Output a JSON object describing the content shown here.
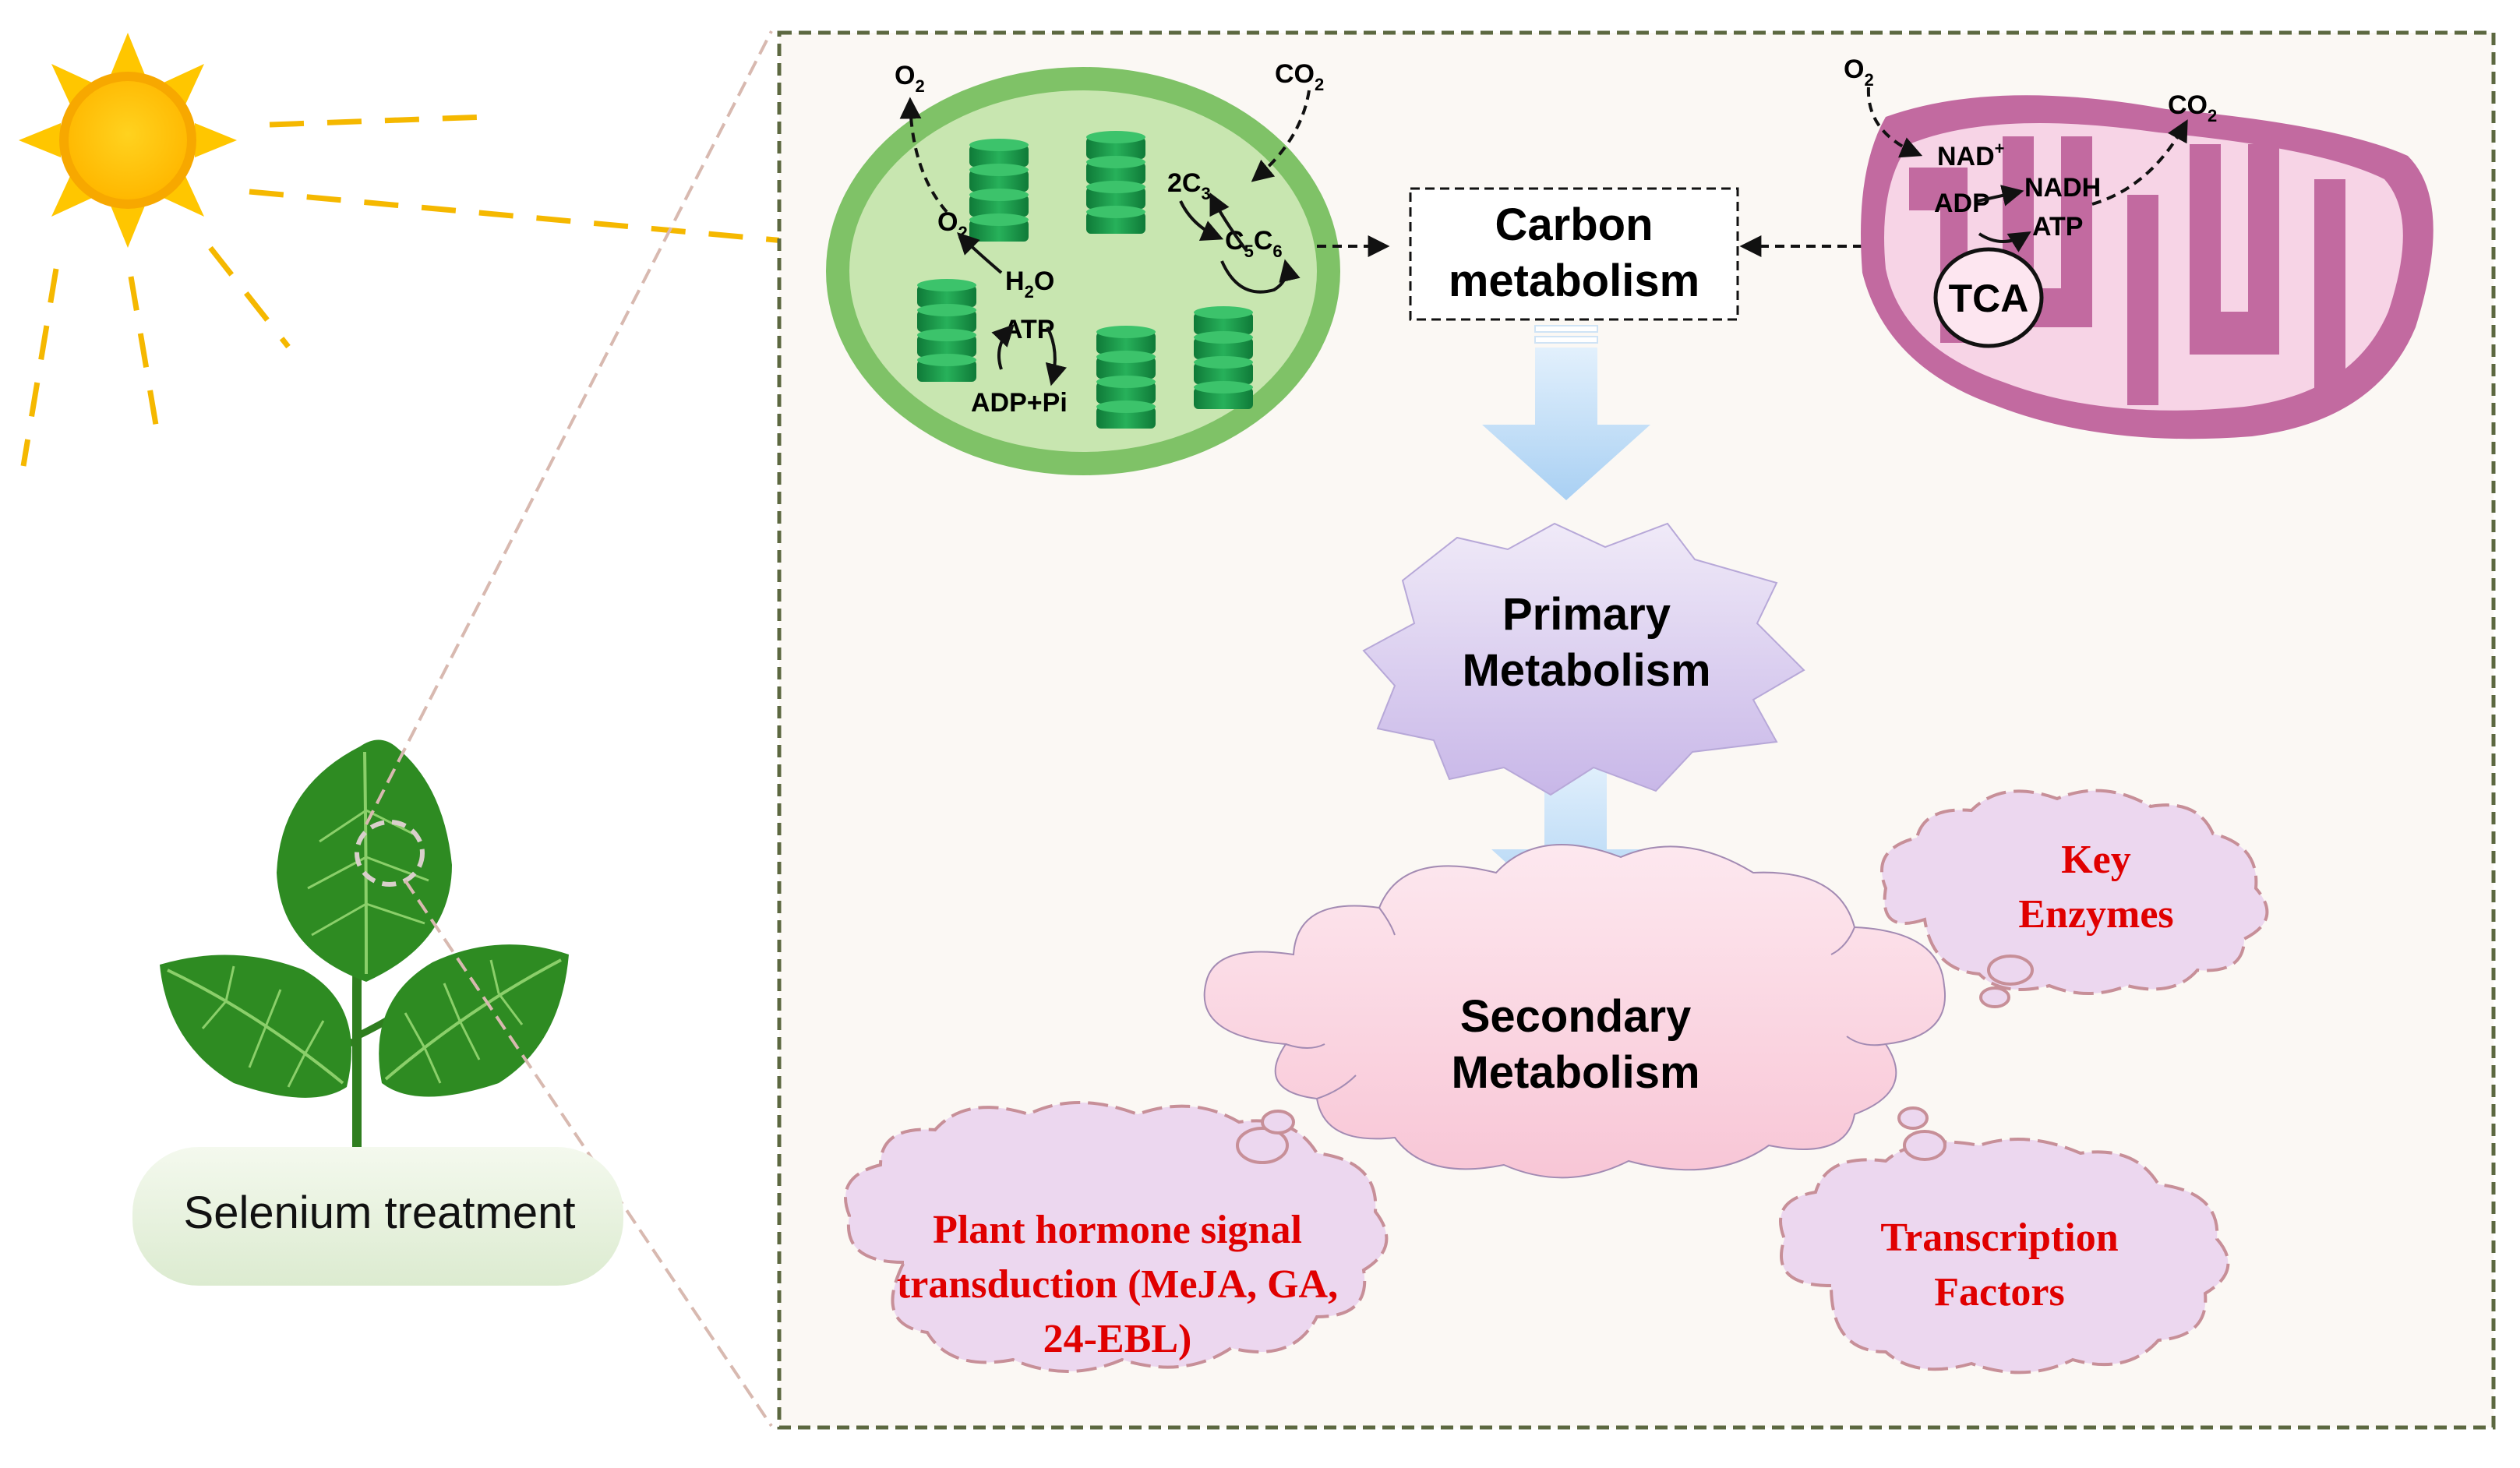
{
  "plant": {
    "label": "Selenium treatment"
  },
  "chloroplast": {
    "o2_top": "O",
    "o2_top_sub": "2",
    "o2_inner": "O",
    "o2_inner_sub": "2",
    "h2o": "H",
    "h2o_sub": "2",
    "h2o_end": "O",
    "atp": "ATP",
    "adp_pi": "ADP+Pi",
    "co2": "CO",
    "co2_sub": "2",
    "c3": "2C",
    "c3_sub": "3",
    "c5": "C",
    "c5_sub": "5",
    "c6": "C",
    "c6_sub": "6"
  },
  "mitochondrion": {
    "o2": "O",
    "o2_sub": "2",
    "co2": "CO",
    "co2_sub": "2",
    "nad": "NAD",
    "nad_sup": "+",
    "nadh": "NADH",
    "adp": "ADP",
    "atp": "ATP",
    "tca": "TCA"
  },
  "carbon": {
    "line1": "Carbon",
    "line2": "metabolism"
  },
  "primary": {
    "line1": "Primary",
    "line2": "Metabolism"
  },
  "secondary": {
    "line1": "Secondary",
    "line2": "Metabolism"
  },
  "key_enzymes": {
    "line1": "Key",
    "line2": "Enzymes"
  },
  "hormone": {
    "line1": "Plant hormone signal",
    "line2": "transduction (MeJA, GA,",
    "line3": "24-EBL)"
  },
  "transcription": {
    "line1": "Transcription",
    "line2": "Factors"
  },
  "colors": {
    "sun": "#ffc600",
    "sun_ray": "#f5b800",
    "leaf": "#2e8b22",
    "chloroplast_outer": "#7fc267",
    "chloroplast_inner": "#c8e6b0",
    "thylakoid": "#1f9a4a",
    "mito_outer": "#c26aa0",
    "mito_inner": "#f7d4e6",
    "arrow_blue": "#b9daf6",
    "primary_fill": "#d9cdf0",
    "secondary_fill": "#fbd7e3",
    "cloud_fill": "#ecd7ef",
    "red_text": "#e00000",
    "panel_bg": "#fbf8f4",
    "panel_border": "#5c6840"
  }
}
